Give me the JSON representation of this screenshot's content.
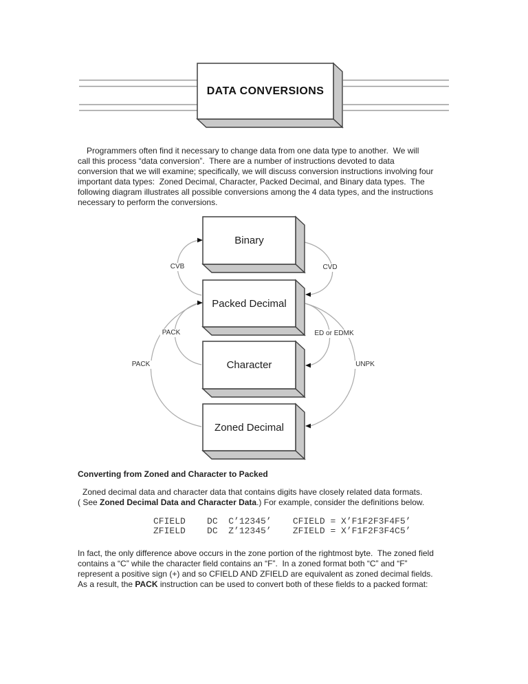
{
  "header": {
    "title": "DATA CONVERSIONS"
  },
  "intro": {
    "lines": [
      "Programmers often find it necessary to change data from one data type to another.  We will",
      "call this process “data conversion”.  There are a number of instructions devoted to data",
      "conversion that we will examine; specifically, we will discuss conversion instructions involving four",
      "important data types:  Zoned Decimal, Character, Packed Decimal, and Binary data types.  The",
      "following diagram illustrates all possible conversions among the 4 data types, and the instructions",
      "necessary to perform the conversions."
    ]
  },
  "diagram": {
    "nodes": [
      {
        "label": "Binary"
      },
      {
        "label": "Packed Decimal"
      },
      {
        "label": "Character"
      },
      {
        "label": "Zoned Decimal"
      }
    ],
    "labels": {
      "cvb": "CVB",
      "cvd": "CVD",
      "pack_from_character": "PACK",
      "pack_from_zoned": "PACK",
      "ed_or_edmk": "ED or EDMK",
      "unpk": "UNPK"
    }
  },
  "section": {
    "heading": "Converting from Zoned and Character to Packed",
    "body_line1": "Zoned decimal data and character data that contains digits have closely related data formats.",
    "body_line2_prefix": "( See ",
    "body_line2_bold": "Zoned Decimal Data and Character Data",
    "body_line2_suffix": ".) For example, consider the definitions below.",
    "code_lines": [
      "CFIELD    DC  C’12345’    CFIELD = X’F1F2F3F4F5’",
      "ZFIELD    DC  Z’12345’    ZFIELD = X’F1F2F3F4C5’"
    ]
  },
  "closing": {
    "lines": [
      "In fact, the only difference above occurs in the zone portion of the rightmost byte.  The zoned field",
      "contains a “C” while the character field contains an “F”.  In a zoned format both “C” and “F”",
      "represent a positive sign (+) and so CFIELD AND ZFIELD are equivalent as zoned decimal fields."
    ],
    "line4_prefix": "As a result, the ",
    "line4_bold": "PACK",
    "line4_suffix": " instruction can be used to convert both of these fields to a packed format:"
  },
  "colors": {
    "page_background": "#ffffff",
    "box_shadow_gray": "#c9c9c9",
    "box_border": "#3f3f3f",
    "curve_gray": "#a9a9a9",
    "header_rule_gray": "#9b9b9b",
    "body_text": "#222222",
    "code_text": "#3c3c3c"
  }
}
